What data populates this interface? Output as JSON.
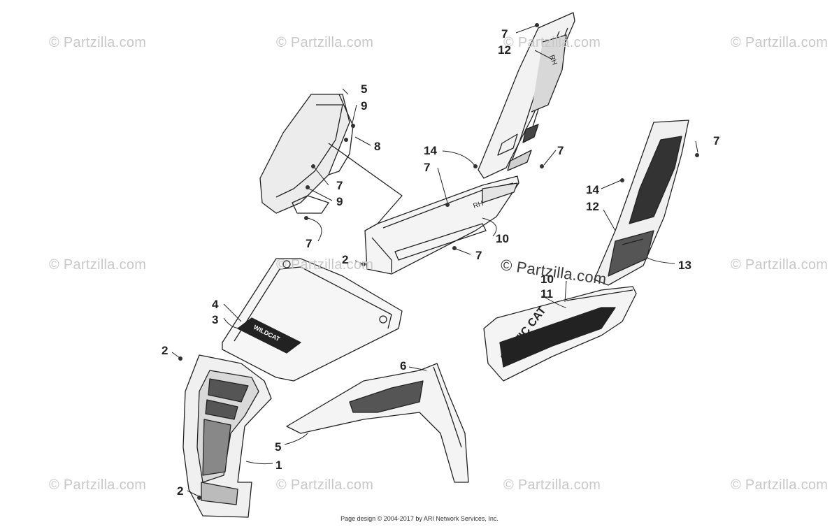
{
  "watermark_text": "© Partzilla.com",
  "footer_text": "Page design © 2004-2017 by ARI Network Services, Inc.",
  "part_marks": {
    "rh_upper": "RH",
    "rh_lower": "RH",
    "brand_side": "ARCTIC CAT",
    "brand_hood": "WILDCAT"
  },
  "callouts": [
    "7",
    "12",
    "5",
    "9",
    "8",
    "14",
    "7",
    "7",
    "7",
    "9",
    "14",
    "12",
    "7",
    "13",
    "2",
    "10",
    "7",
    "10",
    "11",
    "4",
    "3",
    "2",
    "6",
    "5",
    "1",
    "2",
    "7"
  ],
  "colors": {
    "line": "#222222",
    "watermark": "#c8c8c8",
    "background": "#ffffff"
  }
}
